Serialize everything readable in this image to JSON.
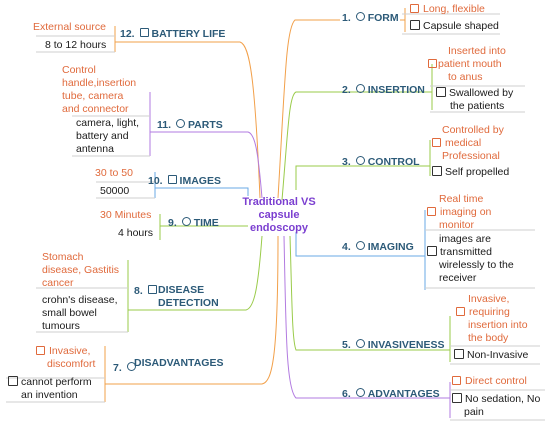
{
  "center": "Traditional VS capsule endoscopy",
  "right": [
    {
      "num": "1.",
      "title": "FORM",
      "red": [
        "Long, flexible"
      ],
      "black": [
        "Capsule shaped"
      ]
    },
    {
      "num": "2.",
      "title": "INSERTION",
      "red": [
        "Inserted into",
        "patient mouth",
        "to anus"
      ],
      "black": [
        "Swallowed by",
        "the patients"
      ]
    },
    {
      "num": "3.",
      "title": "CONTROL",
      "red": [
        "Controlled by",
        "medical",
        "Professional"
      ],
      "black": [
        "Self propelled"
      ]
    },
    {
      "num": "4.",
      "title": "IMAGING",
      "red": [
        "Real time",
        "imaging on",
        "monitor"
      ],
      "black": [
        "images are",
        "transmitted",
        "wirelessly to the",
        "receiver"
      ]
    },
    {
      "num": "5.",
      "title": "INVASIVENESS",
      "red": [
        "Invasive,",
        "requiring",
        "insertion into",
        "the body"
      ],
      "black": [
        "Non-Invasive"
      ]
    },
    {
      "num": "6.",
      "title": "ADVANTAGES",
      "red": [
        "Direct control"
      ],
      "black": [
        "No sedation, No",
        "pain"
      ]
    }
  ],
  "left": [
    {
      "num": "12.",
      "title": "BATTERY LIFE",
      "red": [
        "External source"
      ],
      "black": [
        "8 to 12 hours"
      ]
    },
    {
      "num": "11.",
      "title": "PARTS",
      "red": [
        "Control",
        "handle,insertion",
        "tube, camera",
        "and connector"
      ],
      "black": [
        "camera, light,",
        "battery and",
        "antenna"
      ]
    },
    {
      "num": "10.",
      "title": "IMAGES",
      "red": [
        "30 to 50"
      ],
      "black": [
        "50000"
      ]
    },
    {
      "num": "9.",
      "title": "TIME",
      "red": [
        "30 Minutes"
      ],
      "black": [
        "4 hours"
      ]
    },
    {
      "num": "8.",
      "title": "DISEASE DETECTION",
      "red": [
        "Stomach",
        "disease, Gastitis",
        "cancer"
      ],
      "black": [
        "crohn's disease,",
        "small bowel",
        "tumours"
      ]
    },
    {
      "num": "7.",
      "title": "DISADVANTAGES",
      "red": [
        "Invasive,",
        "discomfort"
      ],
      "black": [
        "cannot perform",
        "an invention"
      ]
    }
  ],
  "colors": {
    "red_text": "#e06a3c",
    "node_text": "#2c5a78",
    "center_text": "#7b3fd0",
    "branch_orange": "#f2a04a",
    "branch_purple": "#b27be0",
    "branch_blue": "#6aa9e6",
    "branch_green": "#9acb4a"
  }
}
